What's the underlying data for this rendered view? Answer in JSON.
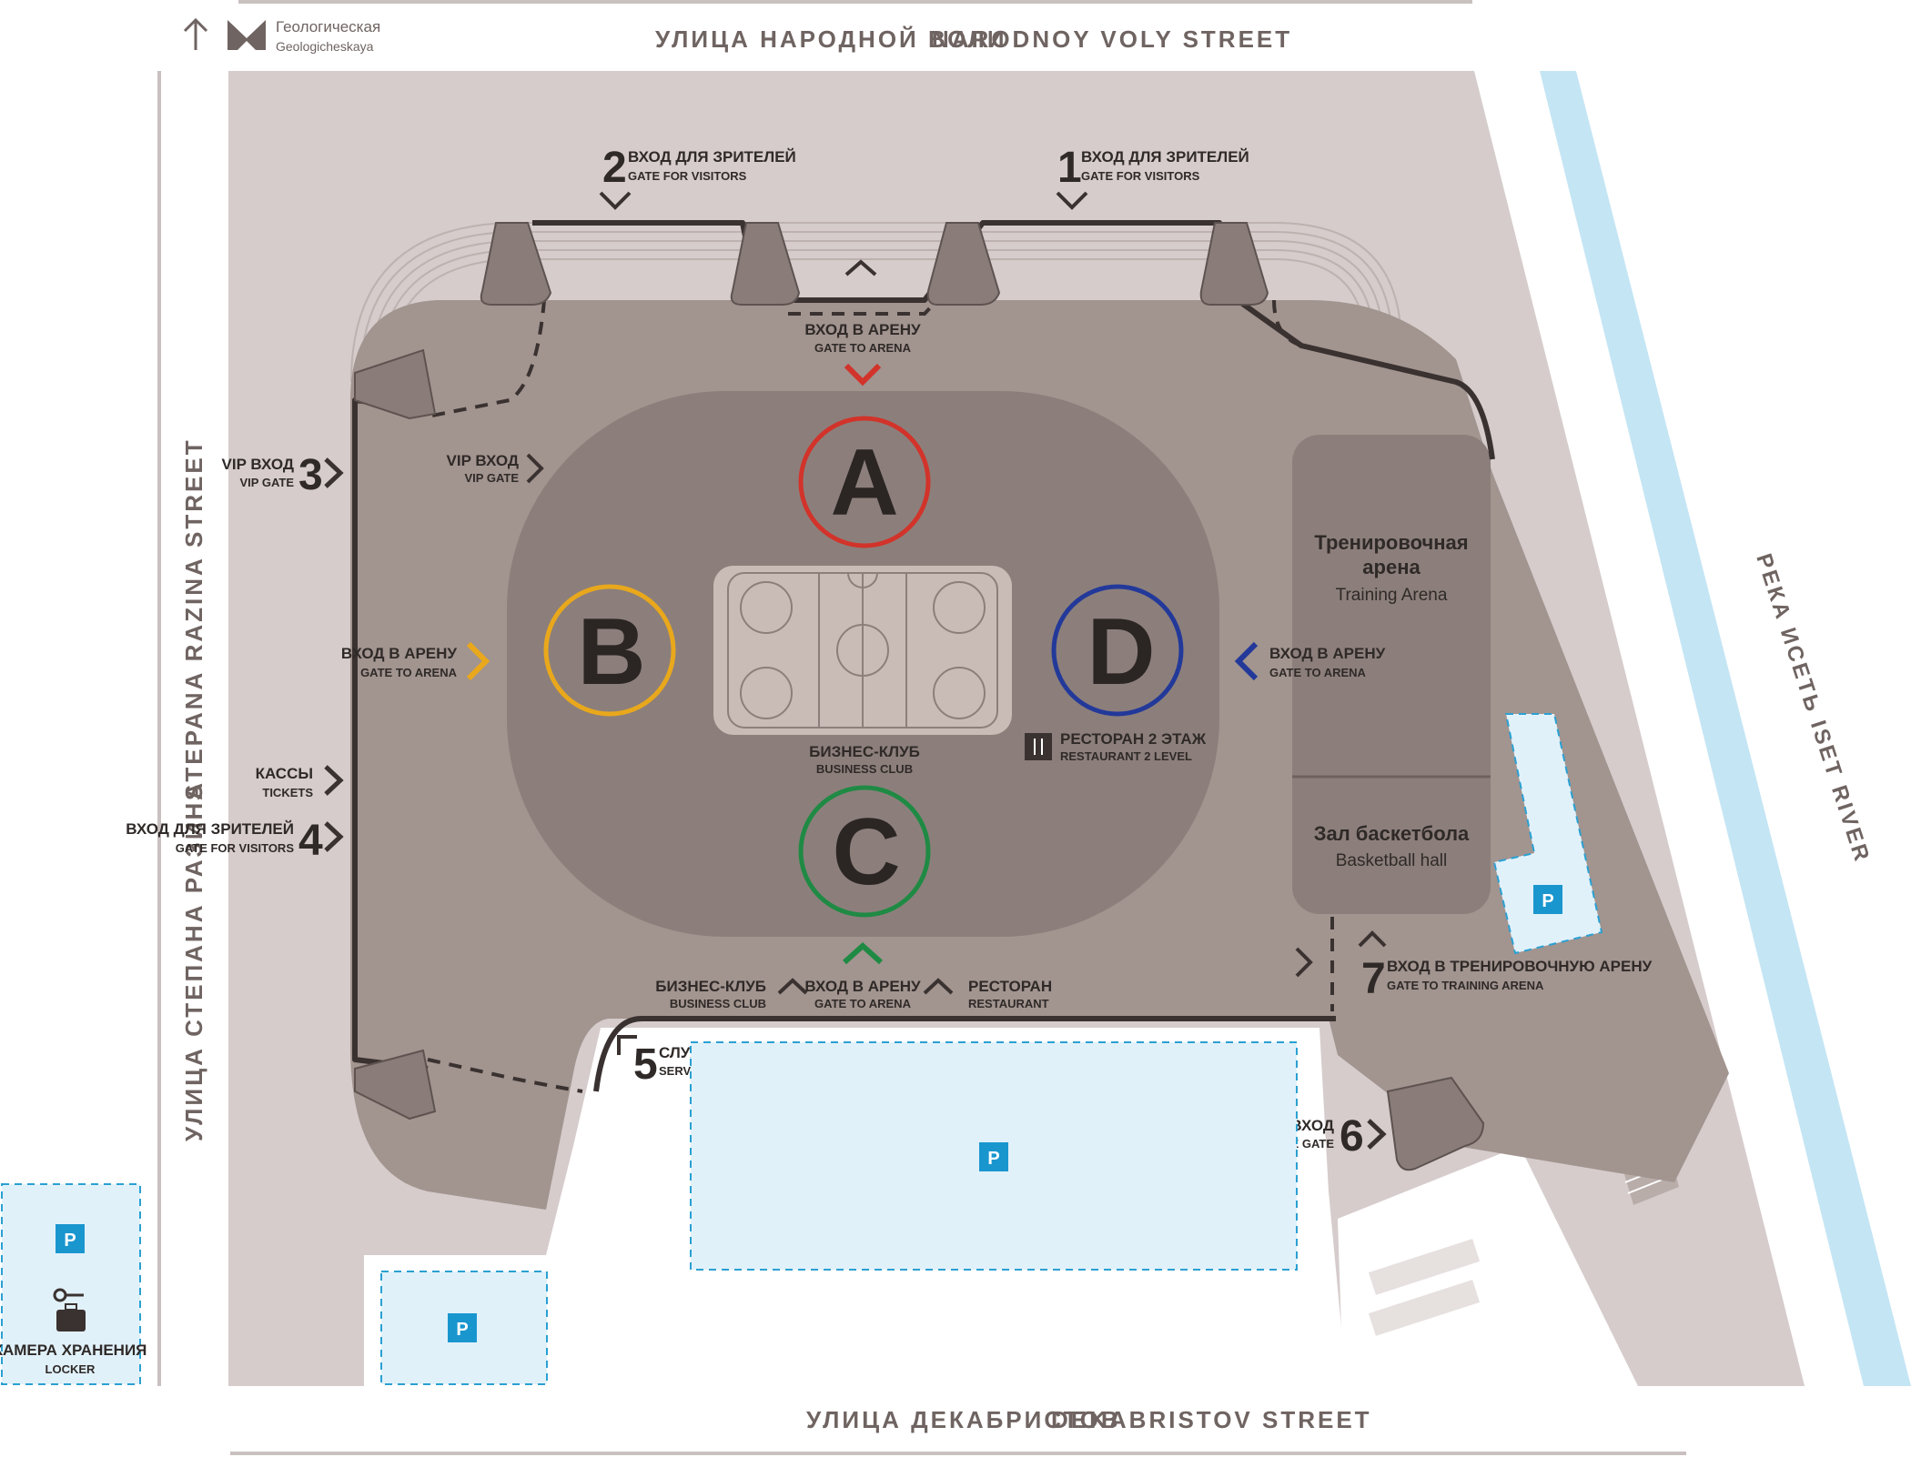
{
  "metro": {
    "name_ru": "Геологическая",
    "name_en": "Geologicheskaya",
    "icon": "metro-icon"
  },
  "streets": {
    "north": {
      "ru": "УЛИЦА НАРОДНОЙ ВОЛИ",
      "en": "NARODNOY VOLY STREET"
    },
    "south": {
      "ru": "УЛИЦА ДЕКАБРИСТОВ",
      "en": "DEKABRISTOV STREET"
    },
    "west_ru": "УЛИЦА СТЕПАНА РАЗИНА",
    "west_en": "STEPANA RAZINA STREET",
    "river": "РЕКА ИСЕТЬ ISET RIVER"
  },
  "zones": [
    {
      "id": "zone-a",
      "letter": "A",
      "color": "#d2332a"
    },
    {
      "id": "zone-b",
      "letter": "B",
      "color": "#e9a81c"
    },
    {
      "id": "zone-c",
      "letter": "C",
      "color": "#1f8a44"
    },
    {
      "id": "zone-d",
      "letter": "D",
      "color": "#23399a"
    }
  ],
  "gates": {
    "g1": {
      "num": "1",
      "ru": "ВХОД ДЛЯ ЗРИТЕЛЕЙ",
      "en": "GATE FOR VISITORS"
    },
    "g2": {
      "num": "2",
      "ru": "ВХОД ДЛЯ ЗРИТЕЛЕЙ",
      "en": "GATE FOR VISITORS"
    },
    "g3": {
      "num": "3",
      "ru": "VIP ВХОД",
      "en": "VIP GATE"
    },
    "g4": {
      "num": "4",
      "ru": "ВХОД ДЛЯ ЗРИТЕЛЕЙ",
      "en": "GATE FOR VISITORS"
    },
    "g5": {
      "num": "5",
      "ru": "СЛУЖЕБНЫЙ ВХОД",
      "en": "SERVICE GATE"
    },
    "g6": {
      "num": "6",
      "ru": "СЛУЖЕБНЫЙ ВХОД",
      "en": "SERVICE GATE"
    },
    "g7": {
      "num": "7",
      "ru": "ВХОД В ТРЕНИРОВОЧНУЮ АРЕНУ",
      "en": "GATE TO TRAINING ARENA"
    }
  },
  "inner": {
    "vip_inner": {
      "ru": "VIP ВХОД",
      "en": "VIP GATE"
    },
    "arena_top": {
      "ru": "ВХОД В АРЕНУ",
      "en": "GATE TO ARENA"
    },
    "arena_left": {
      "ru": "ВХОД В АРЕНУ",
      "en": "GATE TO ARENA"
    },
    "arena_right": {
      "ru": "ВХОД В АРЕНУ",
      "en": "GATE TO ARENA"
    },
    "arena_bottom": {
      "ru": "ВХОД В АРЕНУ",
      "en": "GATE TO ARENA"
    },
    "tickets": {
      "ru": "КАССЫ",
      "en": "TICKETS"
    },
    "business_club_center": {
      "ru": "БИЗНЕС-КЛУБ",
      "en": "BUSINESS CLUB"
    },
    "business_club_bottom": {
      "ru": "БИЗНЕС-КЛУБ",
      "en": "BUSINESS CLUB"
    },
    "restaurant_level2": {
      "ru": "РЕСТОРАН 2 ЭТАЖ",
      "en": "RESTAURANT 2 LEVEL",
      "icon": "restaurant-icon"
    },
    "restaurant_bottom": {
      "ru": "РЕСТОРАН",
      "en": "RESTAURANT"
    }
  },
  "buildings": {
    "training_arena": {
      "ru_line1": "Тренировочная",
      "ru_line2": "арена",
      "en": "Training Arena"
    },
    "basketball_hall": {
      "ru": "Зал баскетбола",
      "en": "Basketball hall"
    }
  },
  "parking": {
    "label": "P",
    "icon": "parking-icon"
  },
  "locker": {
    "ru": "КАМЕРА ХРАНЕНИЯ",
    "en": "LOCKER",
    "icon": "luggage-icon"
  },
  "colors": {
    "ground": "#d5cccb",
    "plaza": "#a2948f",
    "arena_outer": "#8c7f7b",
    "ice_panel": "#c9bcb6",
    "outline": "#3a3230",
    "parking_fill": "#e1f1fa",
    "parking_border": "#2aa0d2",
    "parking_badge": "#1a96cf",
    "river": "#c4e5f4",
    "header_text": "#6f6461"
  }
}
